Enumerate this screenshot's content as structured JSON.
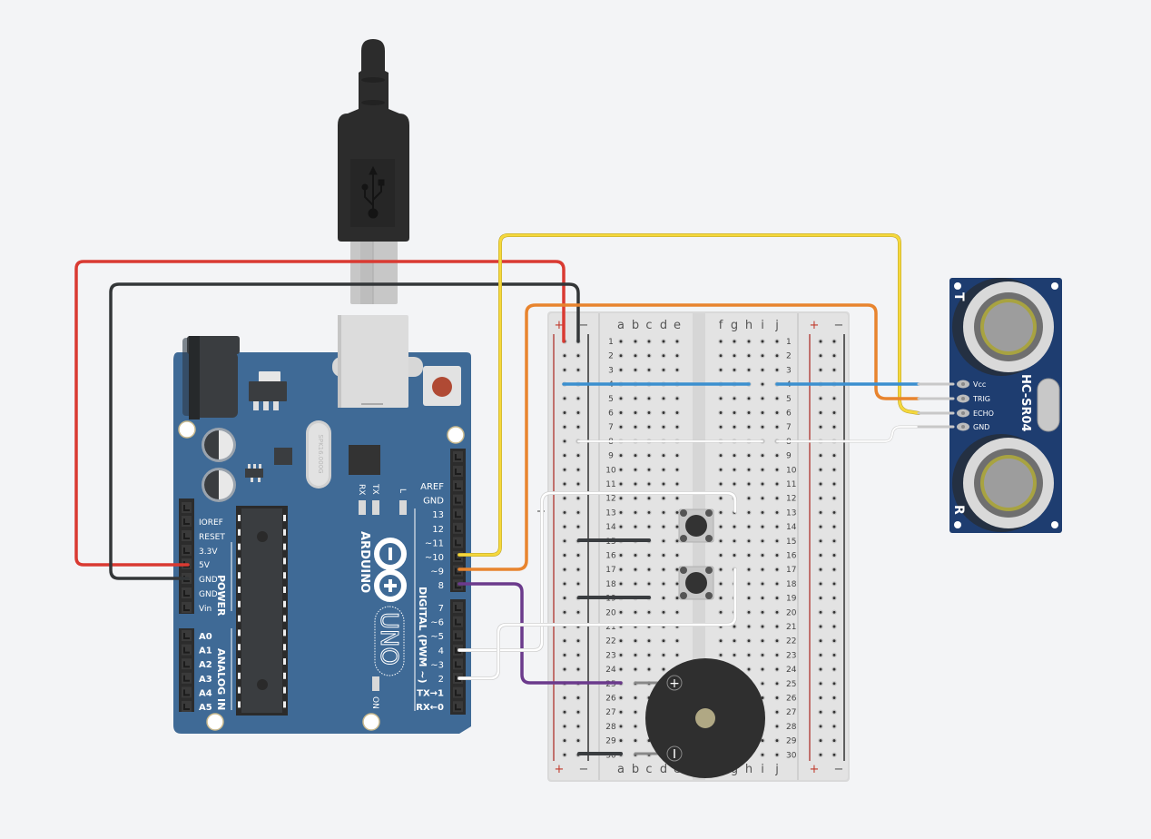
{
  "colors": {
    "background": "#f3f4f6",
    "arduino_board": "#3f6a96",
    "arduino_edge": "#355d86",
    "header": "#2c2c2c",
    "sensor_board": "#1e3d70",
    "breadboard": "#dedede",
    "wire_red": "#d93a32",
    "wire_black": "#333638",
    "wire_yellow": "#f5d83c",
    "wire_orange": "#e8842e",
    "wire_purple": "#6b3a8c",
    "wire_white": "#ffffff",
    "wire_blue": "#3b8fcf",
    "buzzer": "#2f2f2f",
    "buzzer_center": "#b0a884"
  },
  "usb_cable": {
    "icon": "usb-icon"
  },
  "arduino": {
    "brand": "ARDUINO",
    "model": "UNO",
    "crystal_label": "SPK16.000G",
    "led_labels": [
      "RX",
      "TX",
      "L",
      "ON"
    ],
    "power_header_title": "POWER",
    "power_pins": [
      "IOREF",
      "RESET",
      "3.3V",
      "5V",
      "GND",
      "GND",
      "Vin"
    ],
    "analog_header_title": "ANALOG IN",
    "analog_pins": [
      "A0",
      "A1",
      "A2",
      "A3",
      "A4",
      "A5"
    ],
    "digital_header_title": "DIGITAL (PWM ~)",
    "digital_pins_top": [
      "AREF",
      "GND",
      "13",
      "12",
      "~11",
      "~10",
      "~9",
      "8"
    ],
    "digital_pins_bottom": [
      "7",
      "~6",
      "~5",
      "4",
      "~3",
      "2",
      "TX→1",
      "RX←0"
    ]
  },
  "breadboard": {
    "columns_left": [
      "a",
      "b",
      "c",
      "d",
      "e"
    ],
    "columns_right": [
      "f",
      "g",
      "h",
      "i",
      "j"
    ],
    "rail_plus": "+",
    "rail_minus": "−",
    "rows": 30
  },
  "sensor": {
    "model": "HC-SR04",
    "pins": [
      "Vcc",
      "TRIG",
      "ECHO",
      "GND"
    ],
    "transmitter_label": "T",
    "receiver_label": "R"
  },
  "buzzer": {
    "plus": "+",
    "minus": "−"
  },
  "wires": [
    {
      "name": "wire-5v-to-plus-rail",
      "color": "red",
      "from": "Arduino 5V",
      "to": "Breadboard + rail"
    },
    {
      "name": "wire-gnd-to-minus-rail",
      "color": "black",
      "from": "Arduino GND",
      "to": "Breadboard − rail"
    },
    {
      "name": "wire-pin10-to-echo",
      "color": "yellow",
      "from": "Arduino ~10",
      "to": "HC-SR04 ECHO"
    },
    {
      "name": "wire-pin9-to-trig",
      "color": "orange",
      "from": "Arduino ~9",
      "to": "HC-SR04 TRIG"
    },
    {
      "name": "wire-pin8-to-buzzer",
      "color": "purple",
      "from": "Arduino 8",
      "to": "Breadboard row 25"
    },
    {
      "name": "wire-pin4-to-button1",
      "color": "white",
      "from": "Arduino 4",
      "to": "Breadboard row 13"
    },
    {
      "name": "wire-pin2-to-button2",
      "color": "white",
      "from": "Arduino 2",
      "to": "Breadboard row 17"
    },
    {
      "name": "wire-vcc",
      "color": "blue",
      "from": "Breadboard row 4",
      "to": "HC-SR04 Vcc"
    },
    {
      "name": "wire-gnd-sensor",
      "color": "white",
      "from": "Breadboard row 8",
      "to": "HC-SR04 GND"
    }
  ]
}
